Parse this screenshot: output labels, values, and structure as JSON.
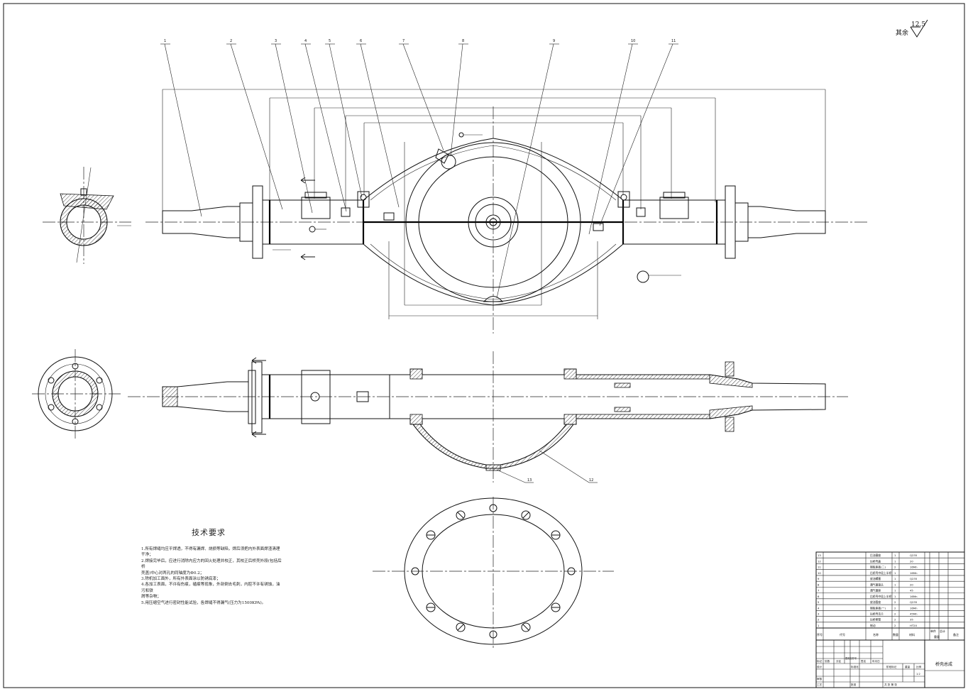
{
  "roughness": {
    "prefix": "其余",
    "value": "12.5"
  },
  "part_numbers": [
    "1",
    "2",
    "3",
    "4",
    "5",
    "6",
    "7",
    "8",
    "9",
    "10",
    "11",
    "12",
    "13"
  ],
  "tech_requirements": {
    "title": "技术要求",
    "items": [
      "1.所有焊缝均应平焊透，不得有漏焊、烧损等缺陷，焊后须把内外表面焊渣清理干净；",
      "2.焊接完毕后，应进行消除内应力的回火处理并校正，其校正后桥壳外段(包括后桥",
      "壳盖)中心对两孔的同轴度为Φ0.2；",
      "3.除机加工面外，所有外表面涂以防锈底漆；",
      "4.各加工表面，不许有伤痕，磕痕等现象，外剖倒去毛刺，内腔不许有锈蚀，油污和铁",
      "屑等杂物；",
      "5.用压缩空气进行密封性能试验，各焊缝不得漏气(压力为1500KPA)。"
    ]
  },
  "parts_list": [
    {
      "no": "13",
      "name": "后油塞座",
      "qty": "1",
      "mat": "Q235"
    },
    {
      "no": "12",
      "name": "后桥壳盖",
      "qty": "1",
      "mat": "20"
    },
    {
      "no": "11",
      "name": "钢板座板(二)",
      "qty": "2",
      "mat": "16Mn"
    },
    {
      "no": "10",
      "name": "后桥壳中段上半桥",
      "qty": "1",
      "mat": "16Mn"
    },
    {
      "no": "9",
      "name": "放油螺塞",
      "qty": "1",
      "mat": "Q235"
    },
    {
      "no": "8",
      "name": "通气塞接头",
      "qty": "1",
      "mat": "20"
    },
    {
      "no": "7",
      "name": "通气塞座",
      "qty": "1",
      "mat": "45"
    },
    {
      "no": "6",
      "name": "后桥壳中段上半桥",
      "qty": "1",
      "mat": "16Mn"
    },
    {
      "no": "5",
      "name": "放油管座",
      "qty": "2",
      "mat": "Q235"
    },
    {
      "no": "4",
      "name": "钢板座板(一)",
      "qty": "2",
      "mat": "16Mn"
    },
    {
      "no": "3",
      "name": "后桥壳法兰",
      "qty": "2",
      "mat": "45Mn"
    },
    {
      "no": "2",
      "name": "后桥套管",
      "qty": "2",
      "mat": "35"
    },
    {
      "no": "1",
      "name": "制动",
      "qty": "2",
      "mat": "HT20"
    }
  ],
  "parts_header": {
    "no": "序号",
    "code": "代号",
    "name": "名称",
    "qty": "数量",
    "mat": "材料",
    "unit_w": "单件",
    "total_w": "总计",
    "weight": "重量",
    "note": "备注"
  },
  "title_block": {
    "drawing_name": "桥壳总成",
    "labels": [
      "标记",
      "处数",
      "分区",
      "更改文件号",
      "签名",
      "年月日",
      "设计",
      "标准化",
      "审核",
      "工艺",
      "批准",
      "阶段标记",
      "重量",
      "比例"
    ],
    "scale": "1:2",
    "sheets": "共 张 第 张"
  }
}
